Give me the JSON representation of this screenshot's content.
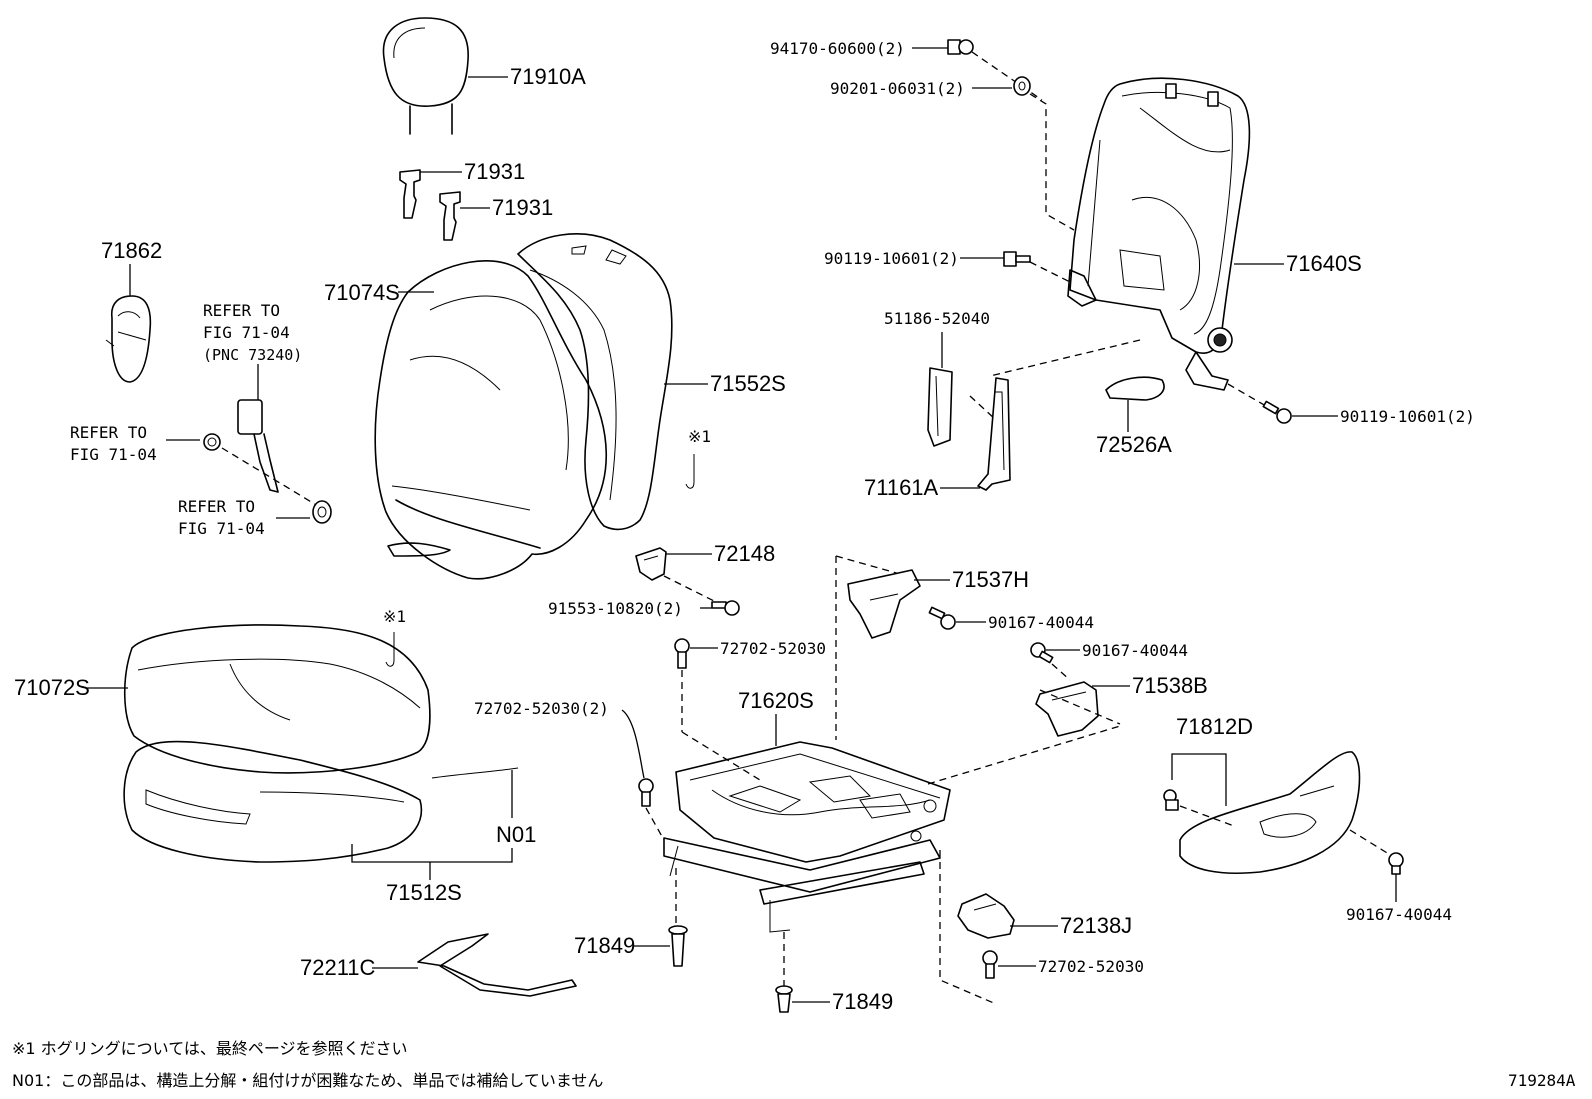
{
  "diagram_id": "719284A",
  "callouts": {
    "p71910A": "71910A",
    "p71931a": "71931",
    "p71931b": "71931",
    "p71862": "71862",
    "p71074S": "71074S",
    "p71552S": "71552S",
    "p94170": "94170-60600(2)",
    "p90201": "90201-06031(2)",
    "p90119a": "90119-10601(2)",
    "p71640S": "71640S",
    "p51186": "51186-52040",
    "p71161A": "71161A",
    "p72526A": "72526A",
    "p90119b": "90119-10601(2)",
    "p72148": "72148",
    "p91553": "91553-10820(2)",
    "p71537H": "71537H",
    "p90167a": "90167-40044",
    "p90167b": "90167-40044",
    "p72702a": "72702-52030",
    "p72702b": "72702-52030(2)",
    "p71620S": "71620S",
    "p71538B": "71538B",
    "p71812D": "71812D",
    "p90167c": "90167-40044",
    "p71072S": "71072S",
    "pN01": "N01",
    "p71512S": "71512S",
    "p72211C": "72211C",
    "p71849a": "71849",
    "p71849b": "71849",
    "p72138J": "72138J",
    "p72702c": "72702-52030",
    "ring1": "※1",
    "ring2": "※1"
  },
  "references": {
    "ref1_line1": "REFER TO",
    "ref1_line2": "FIG 71-04",
    "ref1_line3": "(PNC 73240)",
    "ref2_line1": "REFER TO",
    "ref2_line2": "FIG 71-04",
    "ref3_line1": "REFER TO",
    "ref3_line2": "FIG 71-04"
  },
  "footnotes": {
    "note1": "※1  ホグリングについては、最終ページを参照ください",
    "note2": "N01：この部品は、構造上分解・組付けが困難なため、単品では補給していません"
  }
}
